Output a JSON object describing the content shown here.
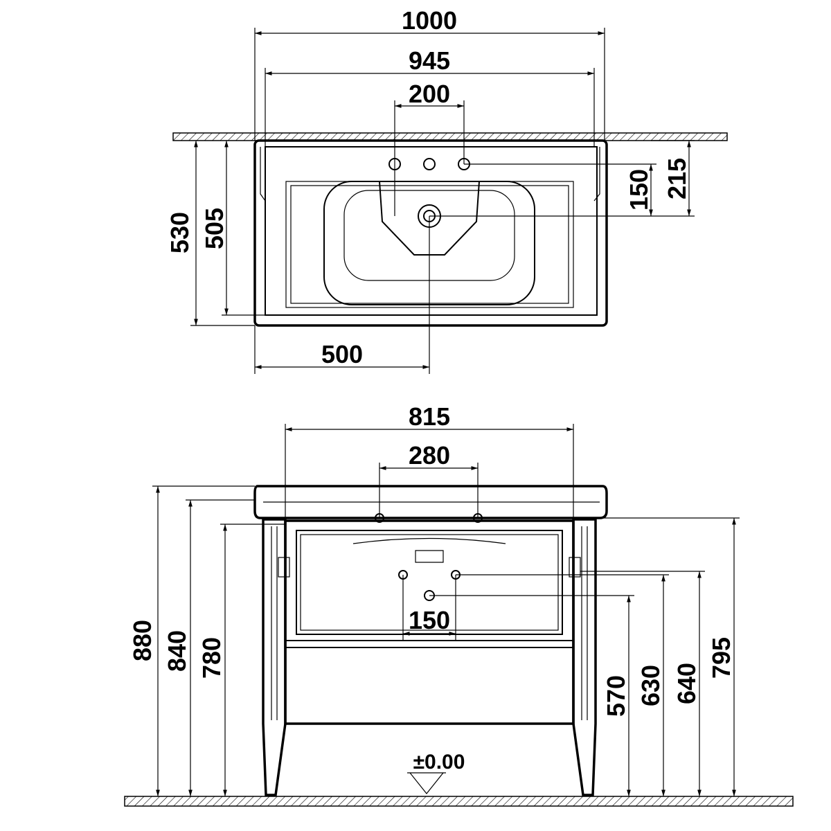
{
  "top_view": {
    "dimensions": {
      "overall_width": "1000",
      "inner_width": "945",
      "tap_spacing": "200",
      "overall_depth": "530",
      "inner_depth": "505",
      "tap_to_drain": "150",
      "wall_to_drain": "215",
      "edge_to_center": "500"
    }
  },
  "front_view": {
    "dimensions": {
      "cabinet_width": "815",
      "fixing_spacing": "280",
      "waste_spacing": "150",
      "basin_top_height": "880",
      "basin_rim_height": "840",
      "cabinet_top_height": "780",
      "drain_height": "570",
      "supply_height": "630",
      "bracket_height": "640",
      "basin_underside_height": "795"
    },
    "floor_level": "±0.00"
  }
}
